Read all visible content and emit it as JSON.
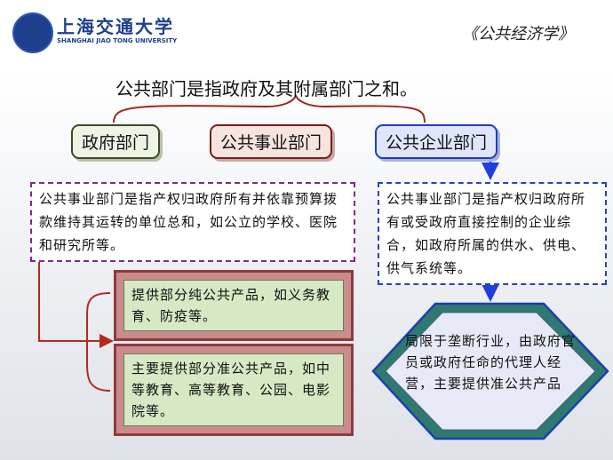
{
  "header": {
    "school_cn": "上海交通大学",
    "school_en": "SHANGHAI JIAO TONG UNIVERSITY",
    "course_title": "《公共经济学》"
  },
  "headline": "公共部门是指政府及其附属部门之和。",
  "categories": {
    "government": "政府部门",
    "public_institution": "公共事业部门",
    "public_enterprise": "公共企业部门"
  },
  "definitions": {
    "public_institution": "公共事业部门是指产权归政府所有并依靠预算拨款维持其运转的单位总和，如公立的学校、医院和研究所等。",
    "public_enterprise": "公共事业部门是指产权归政府所有或受政府直接控制的企业综合，如政府所属的供水、供电、供气系统等。"
  },
  "examples": {
    "pure_public_goods": "提供部分纯公共产品，如义务教育、防疫等。",
    "quasi_public_goods": "主要提供部分准公共产品，如中等教育、高等教育、公园、电影院等。"
  },
  "monopoly_note": "局限于垄断行业，由政府官员或政府任命的代理人经营，主要提供准公共产品",
  "colors": {
    "logo_blue": "#1d3f8c",
    "arrow_red": "#b52a1e",
    "arrow_blue": "#1f3fdd",
    "hexagon_fill": "#2f7a6f",
    "hexagon_border": "#1d3fb0"
  }
}
